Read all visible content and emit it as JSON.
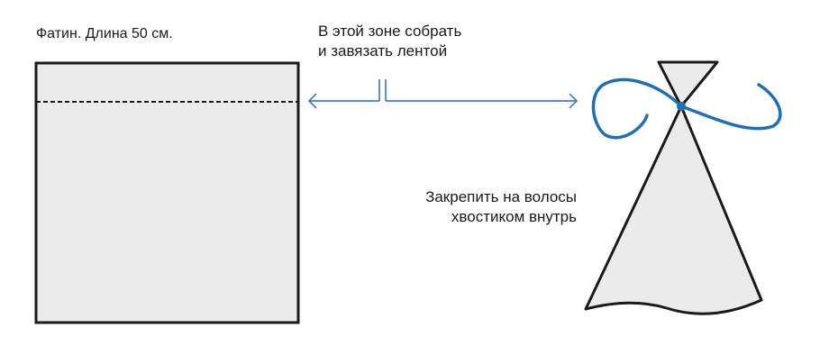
{
  "fabric_label": "Фатин. Длина 50 см.",
  "gather_note": {
    "line1": "В этой зоне собрать",
    "line2": "и завязать лентой"
  },
  "attach_note": {
    "line1": "Закрепить на волосы",
    "line2": "хвостиком внутрь"
  },
  "colors": {
    "fabric_fill": "#ebebeb",
    "outline": "#1a1a1a",
    "arrow": "#2a6db5",
    "ribbon": "#1f6fb5"
  }
}
